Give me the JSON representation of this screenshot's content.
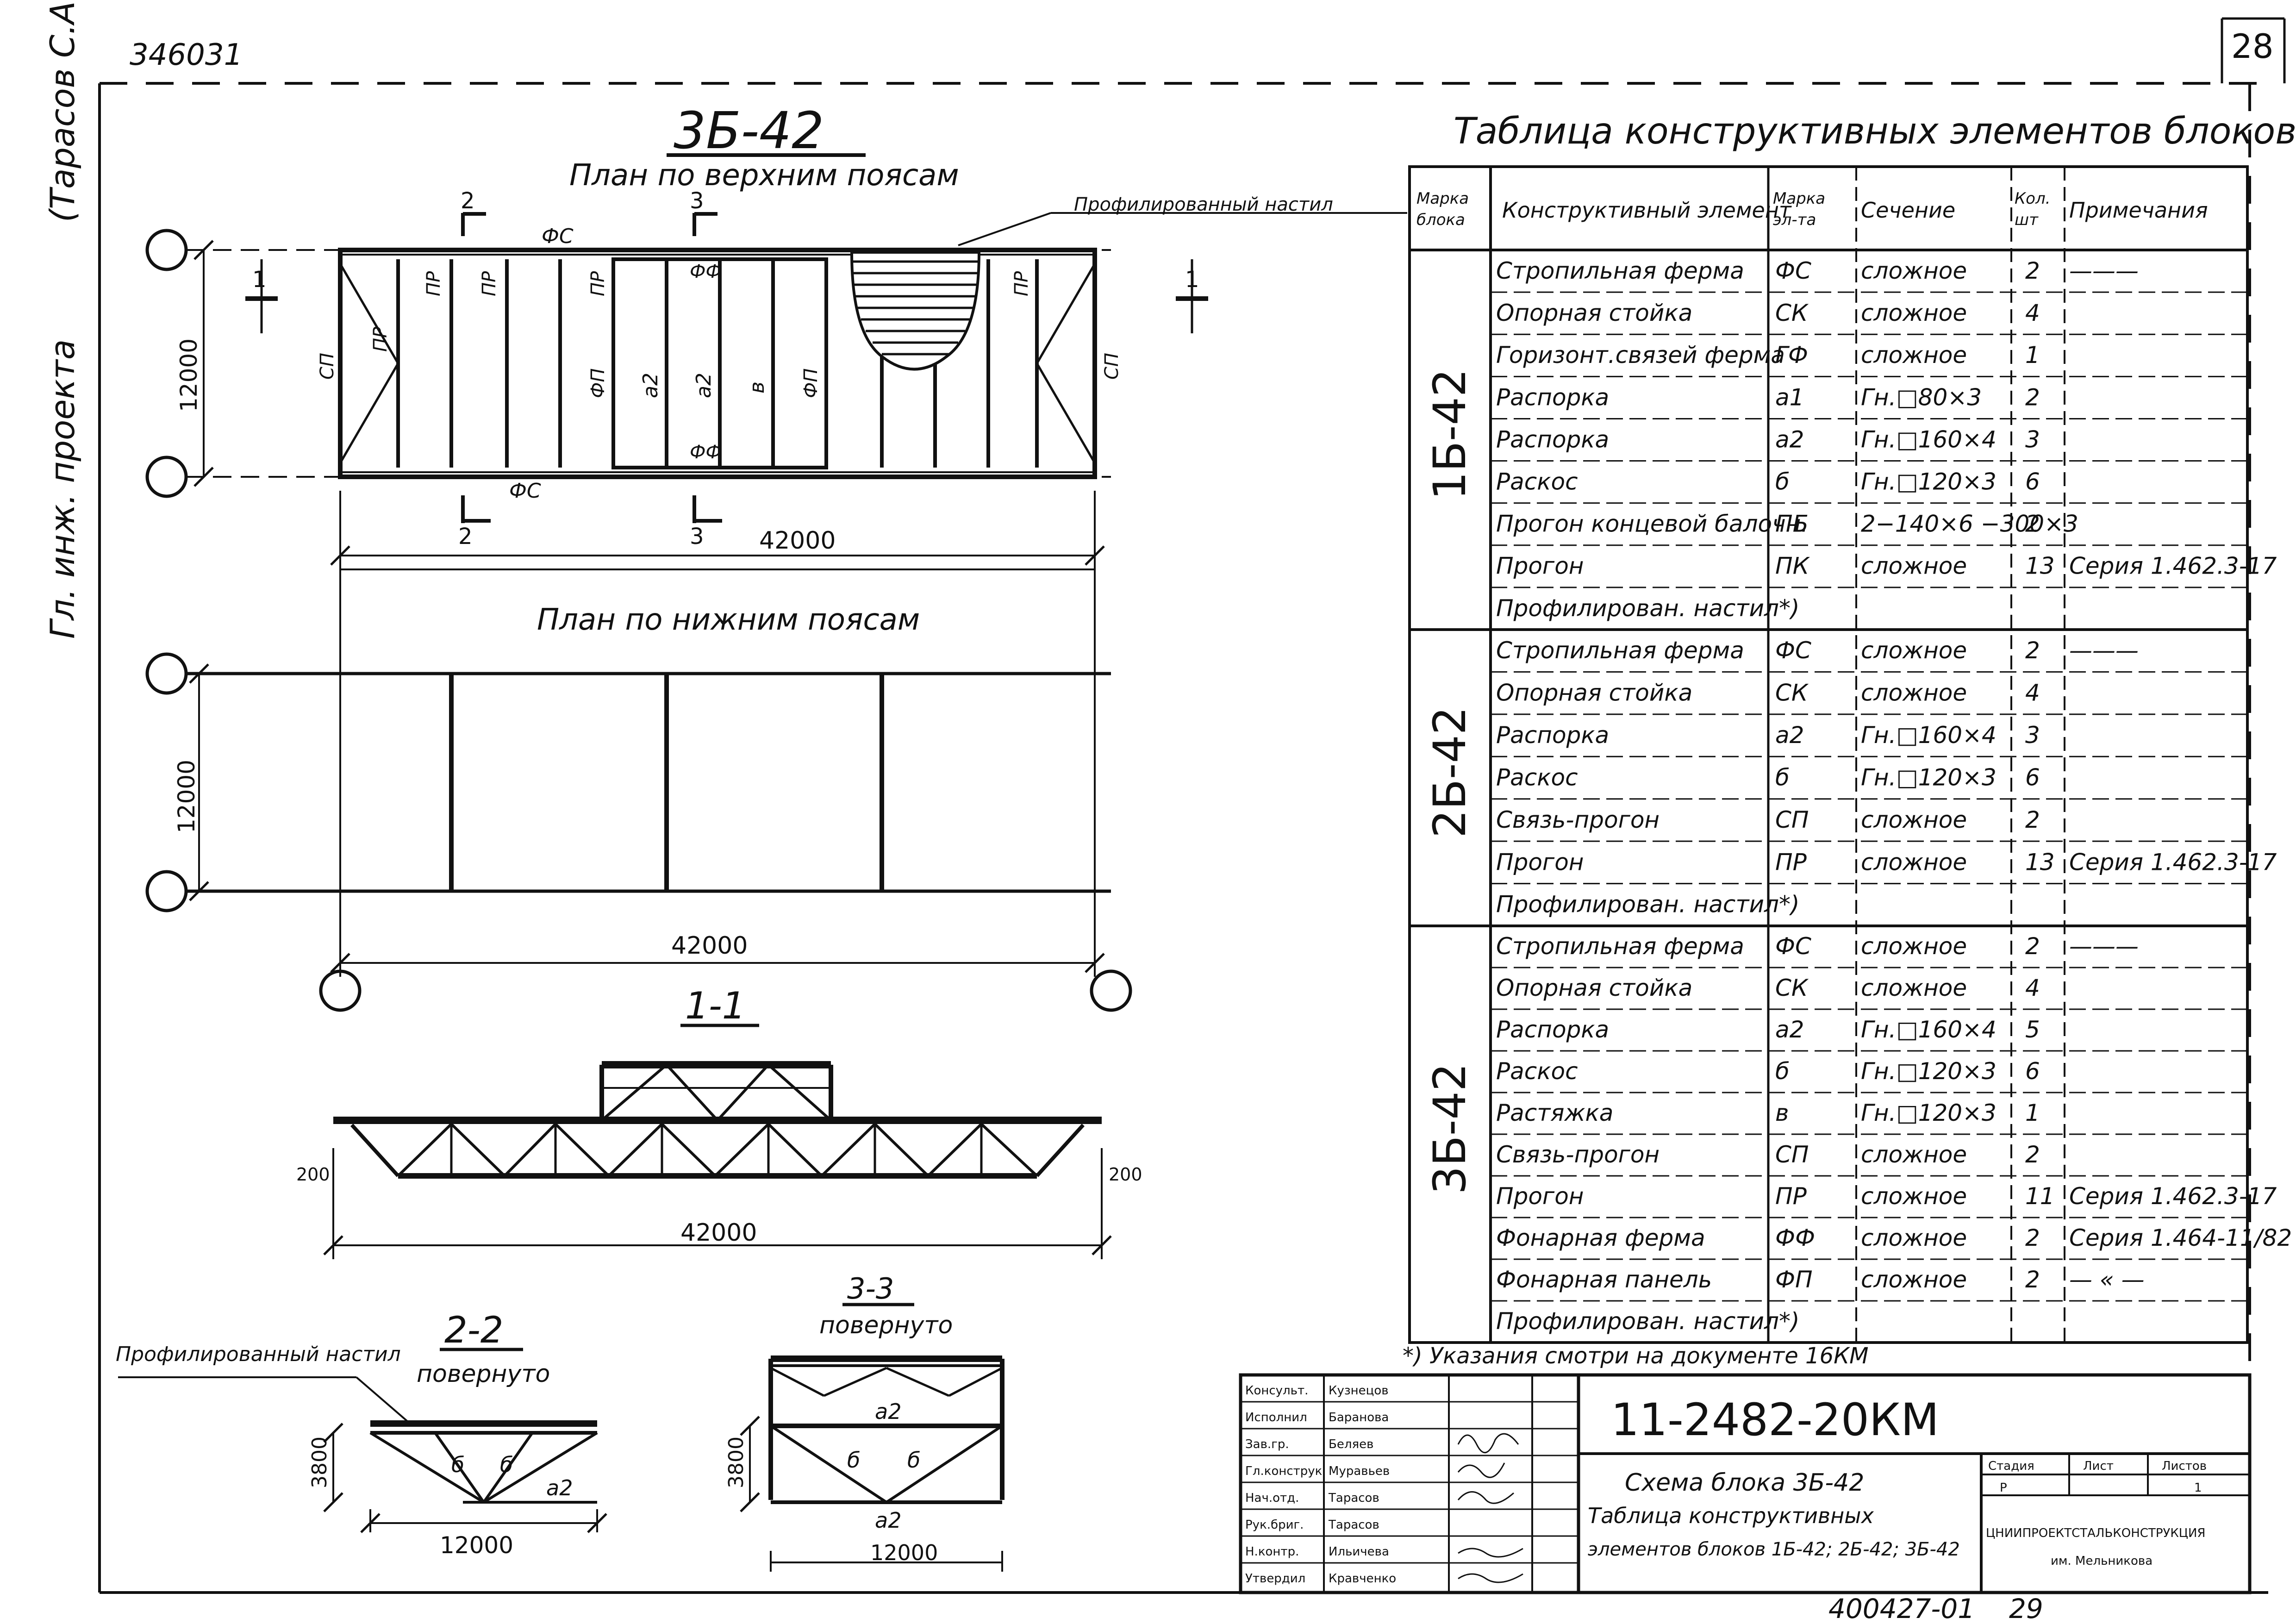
{
  "sheet": {
    "top_code": "346031",
    "page_number": "28",
    "side_text": "Гл. инж. проекта",
    "side_name": "(Тарасов С.А.)",
    "bottom_code": "400427-01",
    "bottom_page": "29"
  },
  "plan": {
    "title": "3Б-42",
    "upper_title": "План по верхним поясам",
    "lower_title": "План по нижним поясам",
    "callout_deck": "Профилированный настил",
    "span_label": "42000",
    "width_label": "12000",
    "lower_width_label": "12000",
    "lower_span_label": "42000",
    "sec1": "1",
    "sec2": "2",
    "sec3": "3",
    "marks": {
      "fs": "ФС",
      "ff": "ФФ",
      "pr": "ПР",
      "sp": "СП",
      "fp": "ФП",
      "a2": "а2",
      "v": "в"
    }
  },
  "section11": {
    "title": "1-1",
    "span_label": "42000",
    "left_dim": "200",
    "right_dim": "200"
  },
  "section22": {
    "title": "2-2",
    "subtitle": "повернуто",
    "callout": "Профилированный настил",
    "height_label": "3800",
    "width_label": "12000",
    "a2": "а2",
    "b": "б"
  },
  "section33": {
    "title": "3-3",
    "subtitle": "повернуто",
    "height_label": "3800",
    "width_label": "12000",
    "a2": "а2",
    "b": "б"
  },
  "table": {
    "title": "Таблица конструктивных элементов блоков",
    "headers": [
      "Марка блока",
      "Конструктивный элемент",
      "Марка эл-та",
      "Сечение",
      "Кол. шт",
      "Примечания"
    ],
    "groups": [
      {
        "block": "1Б-42",
        "rows": [
          [
            "Стропильная ферма",
            "ФС",
            "сложное",
            "2",
            "———"
          ],
          [
            "Опорная стойка",
            "СК",
            "сложное",
            "4",
            ""
          ],
          [
            "Горизонт.связей ферма",
            "ГФ",
            "сложное",
            "1",
            ""
          ],
          [
            "Распорка",
            "а1",
            "Гн.□80×3",
            "2",
            ""
          ],
          [
            "Распорка",
            "а2",
            "Гн.□160×4",
            "3",
            ""
          ],
          [
            "Раскос",
            "б",
            "Гн.□120×3",
            "6",
            ""
          ],
          [
            "Прогон концевой балочн.",
            "ПБ",
            "2−140×6 −300×3",
            "2",
            ""
          ],
          [
            "Прогон",
            "ПК",
            "сложное",
            "13",
            "Серия 1.462.3-17"
          ],
          [
            "Профилирован. настил*)",
            "",
            "",
            "",
            ""
          ]
        ]
      },
      {
        "block": "2Б-42",
        "rows": [
          [
            "Стропильная ферма",
            "ФС",
            "сложное",
            "2",
            "———"
          ],
          [
            "Опорная стойка",
            "СК",
            "сложное",
            "4",
            ""
          ],
          [
            "Распорка",
            "а2",
            "Гн.□160×4",
            "3",
            ""
          ],
          [
            "Раскос",
            "б",
            "Гн.□120×3",
            "6",
            ""
          ],
          [
            "Связь-прогон",
            "СП",
            "сложное",
            "2",
            ""
          ],
          [
            "Прогон",
            "ПР",
            "сложное",
            "13",
            "Серия 1.462.3-17"
          ],
          [
            "Профилирован. настил*)",
            "",
            "",
            "",
            ""
          ]
        ]
      },
      {
        "block": "3Б-42",
        "rows": [
          [
            "Стропильная ферма",
            "ФС",
            "сложное",
            "2",
            "———"
          ],
          [
            "Опорная стойка",
            "СК",
            "сложное",
            "4",
            ""
          ],
          [
            "Распорка",
            "а2",
            "Гн.□160×4",
            "5",
            ""
          ],
          [
            "Раскос",
            "б",
            "Гн.□120×3",
            "6",
            ""
          ],
          [
            "Растяжка",
            "в",
            "Гн.□120×3",
            "1",
            ""
          ],
          [
            "Связь-прогон",
            "СП",
            "сложное",
            "2",
            ""
          ],
          [
            "Прогон",
            "ПР",
            "сложное",
            "11",
            "Серия 1.462.3-17"
          ],
          [
            "Фонарная ферма",
            "ФФ",
            "сложное",
            "2",
            "Серия 1.464-11/82"
          ],
          [
            "Фонарная панель",
            "ФП",
            "сложное",
            "2",
            "— « —"
          ],
          [
            "Профилирован. настил*)",
            "",
            "",
            "",
            ""
          ]
        ]
      }
    ],
    "footnote": "*) Указания смотри на документе 16КМ"
  },
  "title_block": {
    "doc_code": "11-2482-20КМ",
    "name_line1": "Схема блока 3Б-42",
    "name_line2": "Таблица конструктивных",
    "name_line3": "элементов блоков 1Б-42; 2Б-42; 3Б-42",
    "stage_label": "Стадия",
    "sheet_label": "Лист",
    "sheets_label": "Листов",
    "stage_value": "Р",
    "sheet_value": "",
    "sheets_value": "1",
    "org_line1": "ЦНИИПРОЕКТСТАЛЬКОНСТРУКЦИЯ",
    "org_line2": "им. Мельникова",
    "people": [
      [
        "Консульт.",
        "Кузнецов"
      ],
      [
        "Исполнил",
        "Баранова"
      ],
      [
        "Зав.гр.",
        "Беляев"
      ],
      [
        "Гл.конструк.",
        "Муравьев"
      ],
      [
        "Нач.отд.",
        "Тарасов"
      ],
      [
        "Рук.бриг.",
        "Тарасов"
      ],
      [
        "Н.контр.",
        "Ильичева"
      ],
      [
        "Утвердил",
        "Кравченко"
      ]
    ]
  }
}
